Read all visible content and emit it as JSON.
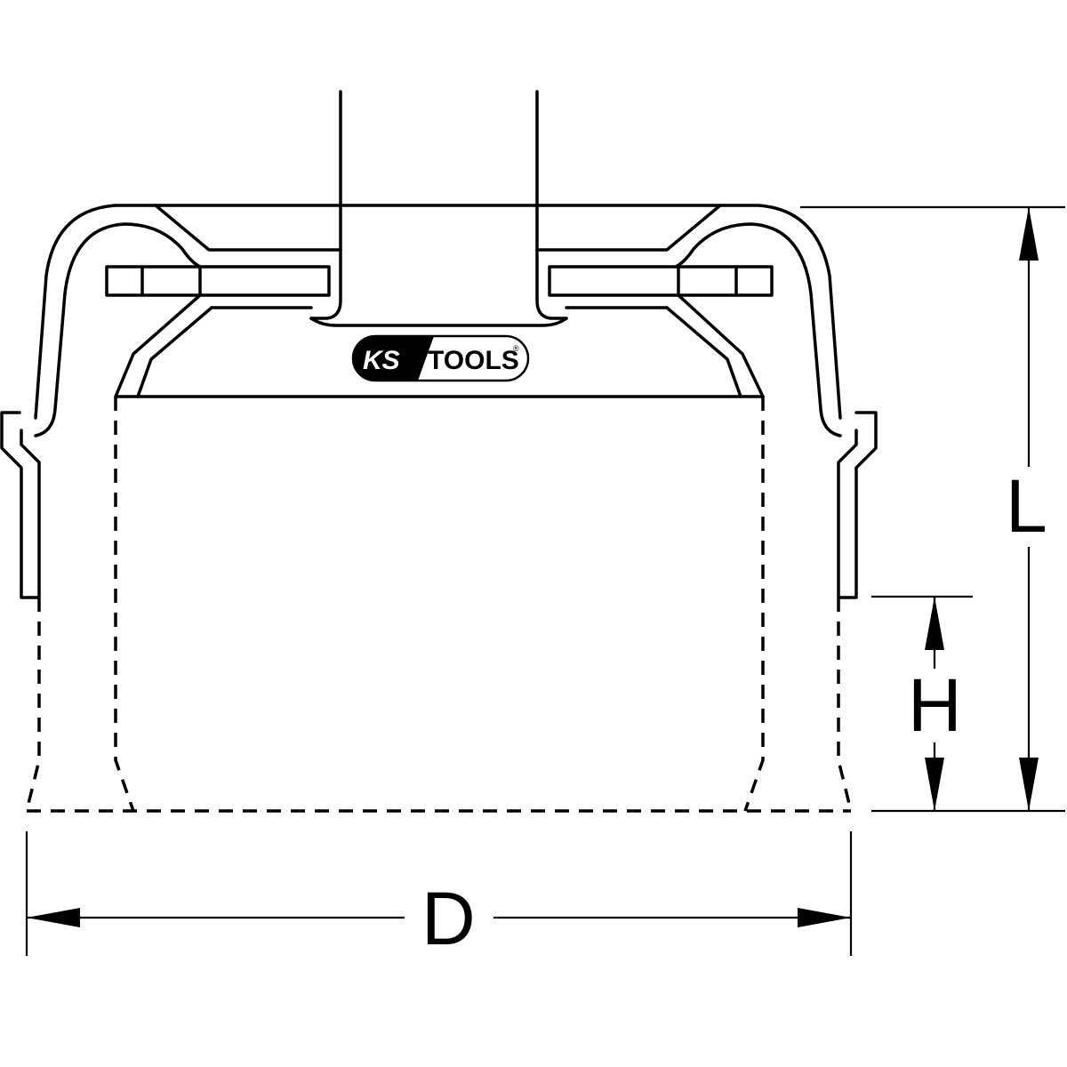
{
  "brand": {
    "name_part1": "KS",
    "name_part2": "TOOLS",
    "registered_mark": "®",
    "colors": {
      "dark": "#000000",
      "light": "#ffffff"
    }
  },
  "dimensions": {
    "length_label": "L",
    "height_label": "H",
    "diameter_label": "D"
  },
  "line_color": "#000000",
  "background_color": "#ffffff"
}
